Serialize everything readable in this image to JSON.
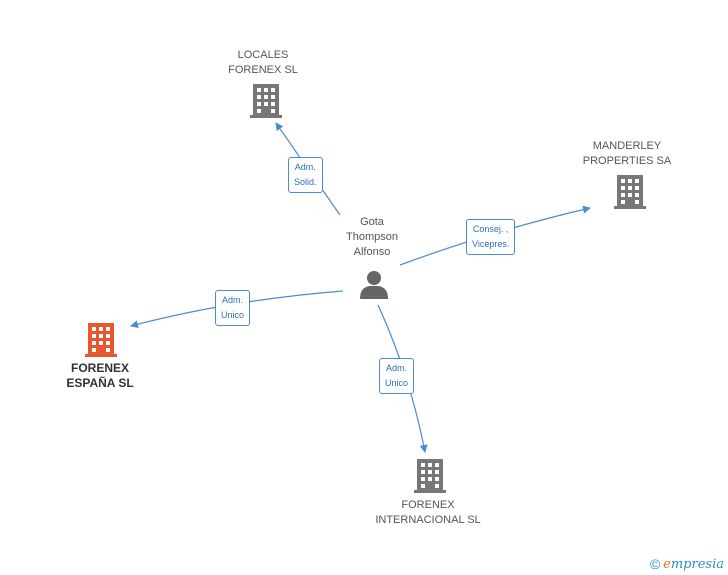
{
  "colors": {
    "edge": "#4a8ad6",
    "building_default": "#777777",
    "building_main": "#e8582c",
    "person": "#666666"
  },
  "person": {
    "name_lines": [
      "Gota",
      "Thompson",
      "Alfonso"
    ],
    "icon": "person-icon"
  },
  "companies": {
    "locales": {
      "name_lines": [
        "LOCALES",
        "FORENEX  SL"
      ],
      "icon": "building-icon"
    },
    "manderley": {
      "name_lines": [
        "MANDERLEY",
        "PROPERTIES SA"
      ],
      "icon": "building-icon"
    },
    "espana": {
      "name_lines": [
        "FORENEX",
        "ESPAÑA SL"
      ],
      "icon": "building-icon",
      "highlighted": true
    },
    "internacional": {
      "name_lines": [
        "FORENEX",
        "INTERNACIONAL SL"
      ],
      "icon": "building-icon"
    }
  },
  "relations": {
    "locales": [
      "Adm.",
      "Solid."
    ],
    "manderley": [
      "Consej. ,",
      "Vicepres."
    ],
    "espana": [
      "Adm.",
      "Unico"
    ],
    "internacional": [
      "Adm.",
      "Unico"
    ]
  },
  "footer": {
    "copyright": "©",
    "brand_first": "e",
    "brand_rest": "mpresia"
  }
}
